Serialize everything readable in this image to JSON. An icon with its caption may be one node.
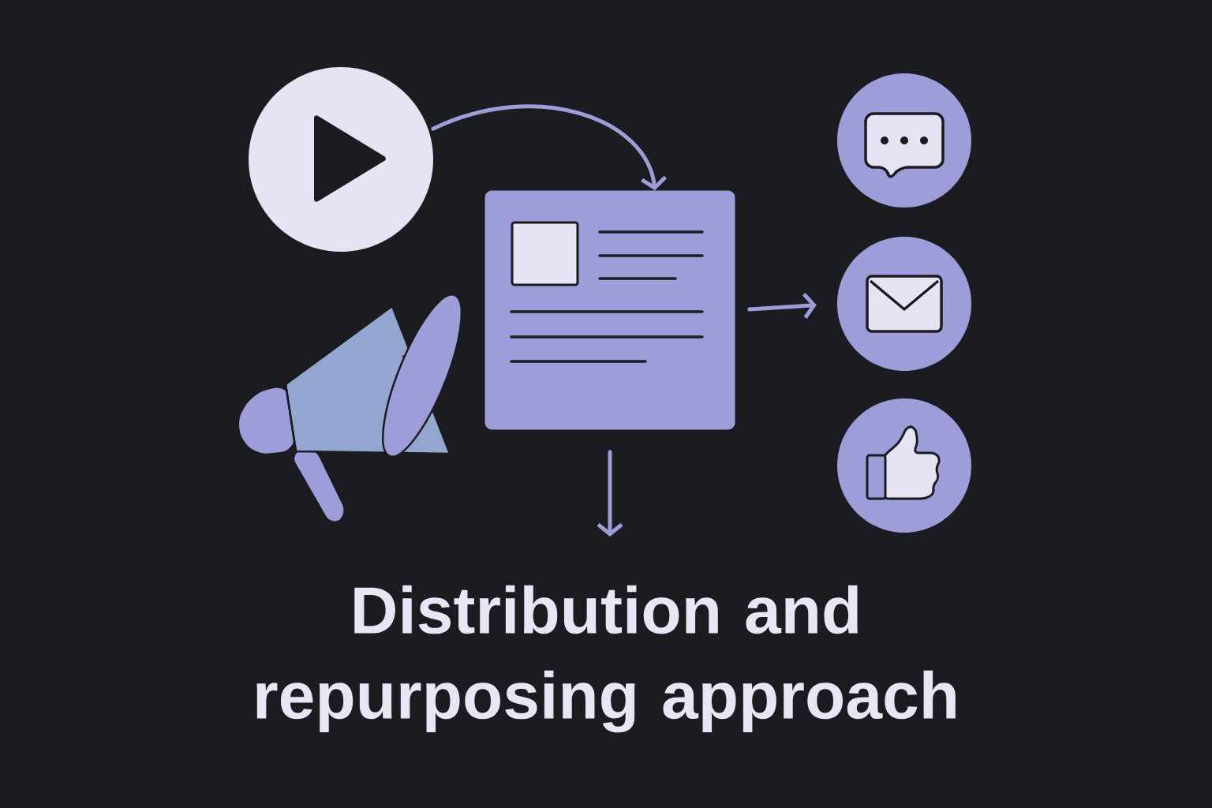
{
  "diagram": {
    "title": "Distribution and repurposing approach",
    "nodes": [
      {
        "text": [],
        "shape": "circle"
      },
      {
        "text": [],
        "shape": "box"
      },
      {
        "text": [],
        "shape": "circle"
      },
      {
        "text": [],
        "shape": "circle"
      },
      {
        "text": [],
        "shape": "circle"
      }
    ],
    "edges": [
      {
        "from": 0,
        "to": 1,
        "arrow": "to"
      },
      {
        "from": 1,
        "to": 3,
        "arrow": "to"
      },
      {
        "from": 1,
        "to": null,
        "arrow": "to"
      }
    ]
  }
}
